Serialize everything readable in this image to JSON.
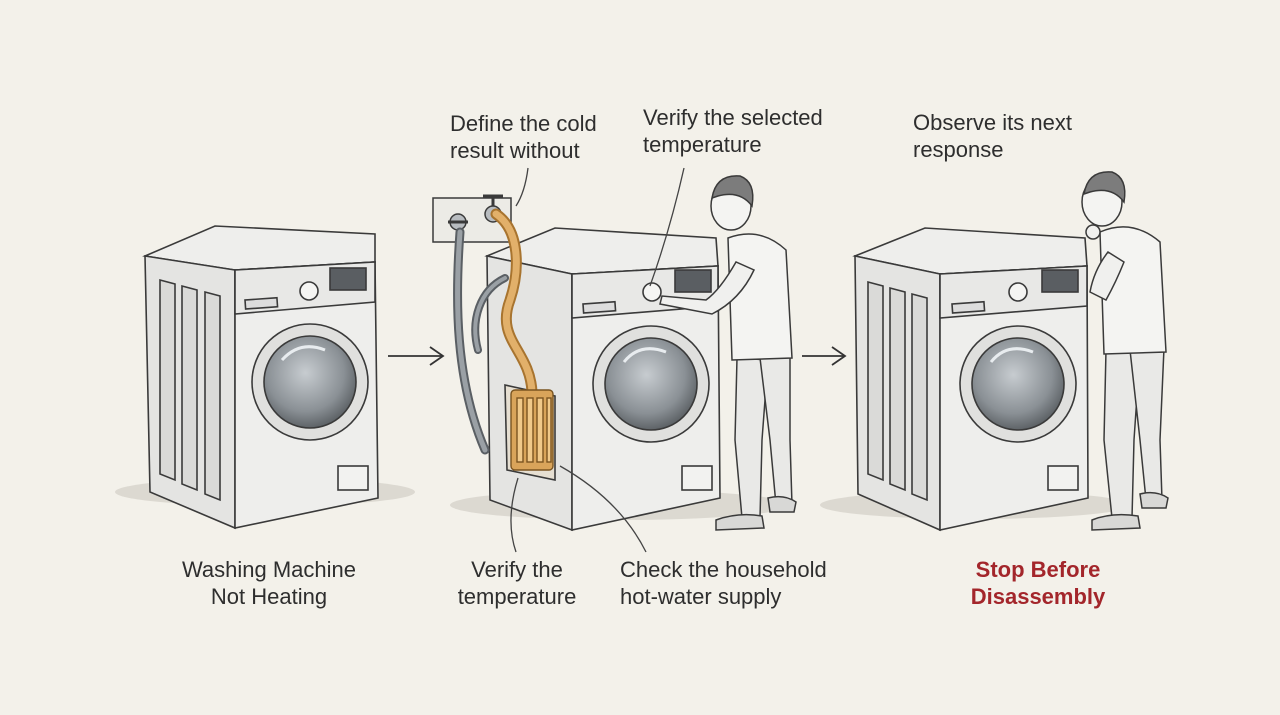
{
  "steps": [
    {
      "label_lines": [
        "Washing Machine",
        "Not Heating"
      ]
    },
    {
      "callout_top_left": [
        "Define the cold",
        "result without"
      ],
      "callout_top_right": [
        "Verify the selected",
        "temperature"
      ],
      "label_bottom_left": [
        "Verify the",
        "temperature"
      ],
      "label_bottom_right": [
        "Check the household",
        "hot-water supply"
      ]
    },
    {
      "callout_top": [
        "Observe its next",
        "response"
      ],
      "label_lines": [
        "Stop Before",
        "Disassembly"
      ]
    }
  ],
  "colors": {
    "background": "#f3f1ea",
    "ink": "#3a3a3a",
    "machine_body": "#eeeeec",
    "hot_pipe": "#d9a45a",
    "heater": "#c98a3e",
    "stop_label": "#a3262b"
  },
  "icons": [
    "washing-machine-icon",
    "person-icon",
    "arrow-right-icon",
    "water-tap-icon",
    "heater-element-icon"
  ]
}
